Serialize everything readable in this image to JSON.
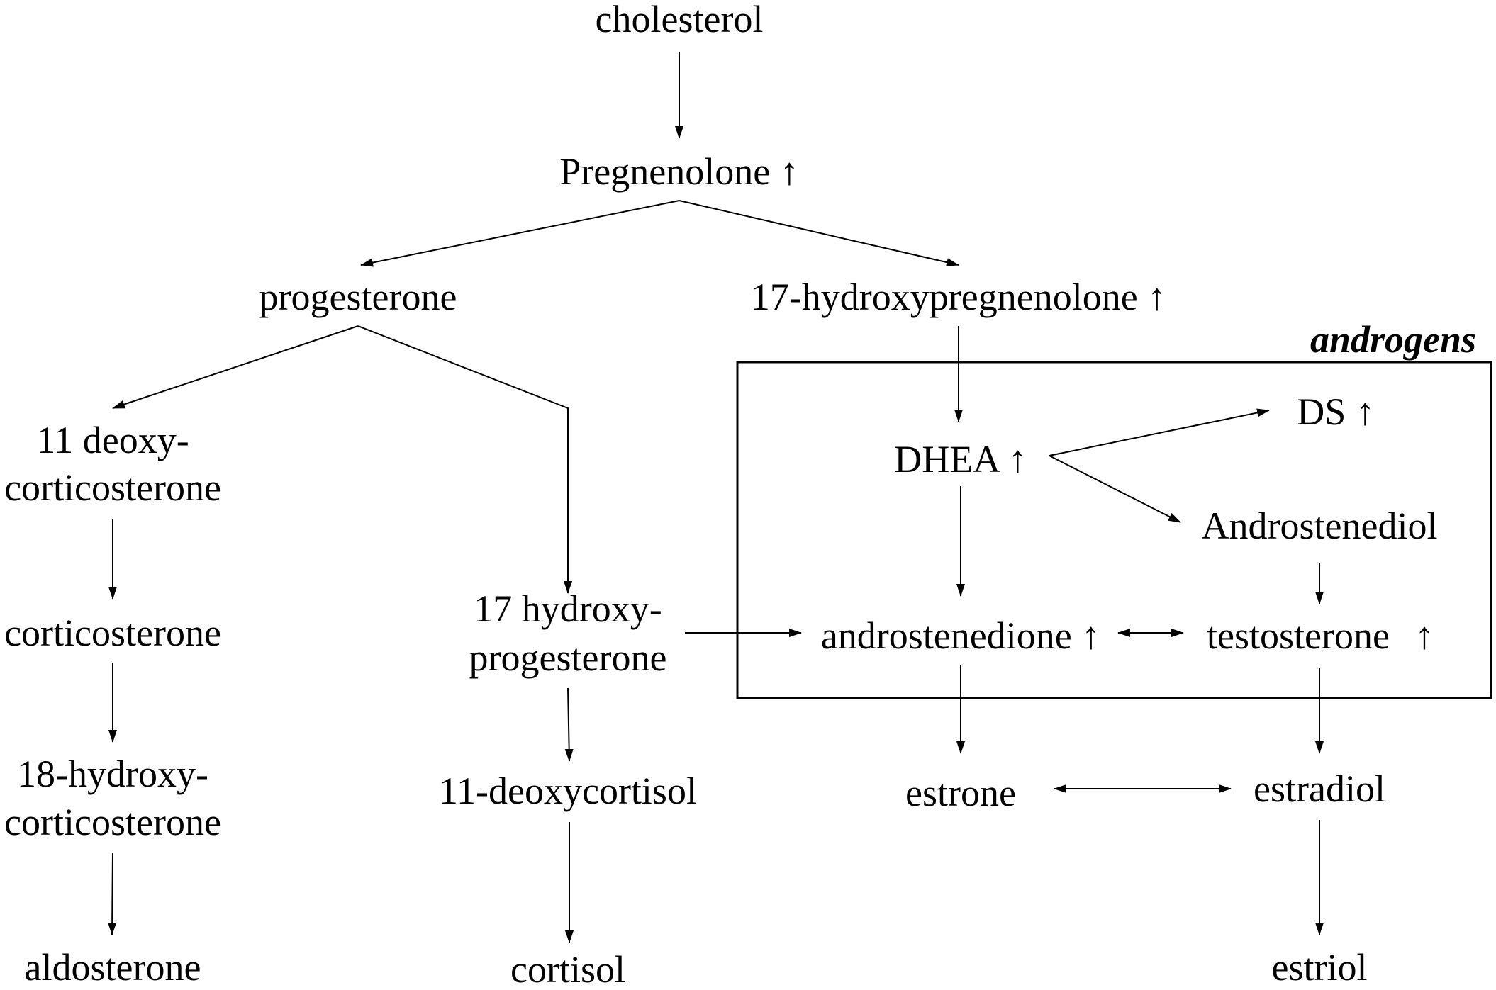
{
  "diagram": {
    "nodes": {
      "cholesterol": "cholesterol",
      "pregnenolone": "Pregnenolone ↑",
      "progesterone": "progesterone",
      "hydroxypregnenolone": "17-hydroxypregnenolone ↑",
      "deoxycorticosterone_line1": "11 deoxy-",
      "deoxycorticosterone_line2": "corticosterone",
      "corticosterone": "corticosterone",
      "hydroxycorticosterone_line1": "18-hydroxy-",
      "hydroxycorticosterone_line2": "corticosterone",
      "aldosterone": "aldosterone",
      "hydroxyprogesterone_line1": "17 hydroxy-",
      "hydroxyprogesterone_line2": "progesterone",
      "deoxycortisol": "11-deoxycortisol",
      "cortisol": "cortisol",
      "dhea": "DHEA ↑",
      "ds": "DS ↑",
      "androstenediol": "Androstenediol",
      "androstenedione": "androstenedione ↑",
      "testosterone": "testosterone ↑",
      "estrone": "estrone",
      "estradiol": "estradiol",
      "estriol": "estriol"
    },
    "group": {
      "label": "androgens"
    }
  }
}
